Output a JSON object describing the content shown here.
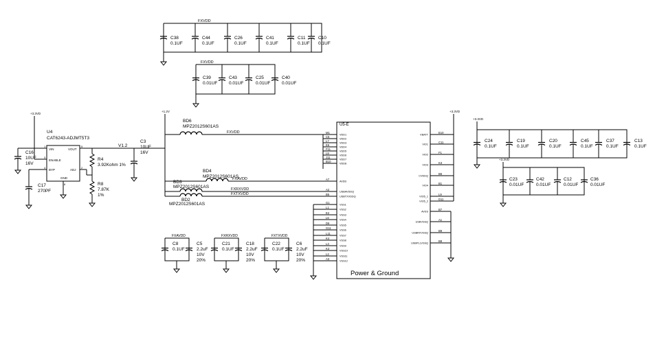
{
  "u4": {
    "ref": "U4",
    "part": "CAT6243-ADJMT5T3",
    "pins": {
      "vin": "VIN",
      "enable": "ENABLE",
      "byp": "BYP",
      "vout": "VOUT",
      "adj": "ADJ",
      "gnd": "GND"
    },
    "pin_numbers": {
      "vin": "1",
      "enable": "3",
      "byp": "4",
      "vout": "5",
      "adj": "2",
      "gnd": "6"
    }
  },
  "power_labels": {
    "v33_left": "+3.3VD",
    "v12": "+1.2V",
    "v33_u5": "+3.3VD",
    "v33_right_top": "+3.3VD",
    "v33_right_bot": "+3.3VD"
  },
  "net_labels": {
    "v1_2": "V1.2",
    "fxvdd_top": "FXVDD",
    "fxvdd_mid": "FXVDD",
    "fxvdd": "FXVDD",
    "fxavdd": "FXAVDD",
    "fxrxvdd": "FXRXVDD",
    "fxtxvdd": "FXTXVDD",
    "fxavdd_b": "FXAVDD",
    "fxrxvdd_b": "FXRXVDD",
    "fxtxvdd_b": "FXTXVDD"
  },
  "ferrites": {
    "bd6": {
      "ref": "BD6",
      "part": "MPZ2012S601AS"
    },
    "bd4": {
      "ref": "BD4",
      "part": "MPZ2012S601AS"
    },
    "bd3": {
      "ref": "BD3",
      "part": "MPZ2012S601AS"
    },
    "bd2": {
      "ref": "BD2",
      "part": "MPZ2012S601AS"
    }
  },
  "resistors": {
    "r4": {
      "ref": "R4",
      "value": "3.92Kohm 1%"
    },
    "r8": {
      "ref": "R8",
      "value": "7.87K",
      "tol": "1%"
    }
  },
  "caps": {
    "c16": {
      "ref": "C16",
      "value": "10UF",
      "voltage": "16V"
    },
    "c17": {
      "ref": "C17",
      "value": "270PF"
    },
    "c3": {
      "ref": "C3",
      "value": "10UF",
      "voltage": "16V"
    },
    "top_row": [
      {
        "ref": "C38",
        "value": "0.1UF"
      },
      {
        "ref": "C44",
        "value": "0.1UF"
      },
      {
        "ref": "C26",
        "value": "0.1UF"
      },
      {
        "ref": "C41",
        "value": "0.1UF"
      },
      {
        "ref": "C11",
        "value": "0.1UF"
      },
      {
        "ref": "C10",
        "value": "0.1UF"
      }
    ],
    "mid_row": [
      {
        "ref": "C39",
        "value": "0.01UF"
      },
      {
        "ref": "C43",
        "value": "0.01UF"
      },
      {
        "ref": "C25",
        "value": "0.01UF"
      },
      {
        "ref": "C40",
        "value": "0.01UF"
      }
    ],
    "bottom_pairs": [
      {
        "net": "FXAVDD",
        "small": {
          "ref": "C8",
          "value": "0.1UF"
        },
        "bulk": {
          "ref": "C5",
          "value": "2.2uF",
          "voltage": "10V",
          "tol": "20%"
        }
      },
      {
        "net": "FXRXVDD",
        "small": {
          "ref": "C21",
          "value": "0.1UF"
        },
        "bulk": {
          "ref": "C18",
          "value": "2.2uF",
          "voltage": "10V",
          "tol": "20%"
        }
      },
      {
        "net": "FXTXVDD",
        "small": {
          "ref": "C22",
          "value": "0.1UF"
        },
        "bulk": {
          "ref": "C6",
          "value": "2.2uF",
          "voltage": "10V",
          "tol": "20%"
        }
      }
    ],
    "right_top": [
      {
        "ref": "C24",
        "value": "0.1UF"
      },
      {
        "ref": "C19",
        "value": "0.1UF"
      },
      {
        "ref": "C20",
        "value": "0.1UF"
      },
      {
        "ref": "C45",
        "value": "0.1UF"
      },
      {
        "ref": "C37",
        "value": "0.1UF"
      },
      {
        "ref": "C13",
        "value": "0.1UF"
      }
    ],
    "right_bottom": [
      {
        "ref": "C23",
        "value": "0.01UF"
      },
      {
        "ref": "C42",
        "value": "0.01UF"
      },
      {
        "ref": "C12",
        "value": "0.01UF"
      },
      {
        "ref": "C36",
        "value": "0.01UF"
      }
    ]
  },
  "u5": {
    "ref": "U5-E",
    "title": "Power & Ground",
    "left_pins": [
      {
        "num": "M1",
        "name": "VDD1"
      },
      {
        "num": "C5",
        "name": "VDD2"
      },
      {
        "num": "L7",
        "name": "VDD3"
      },
      {
        "num": "E6",
        "name": "VDD4"
      },
      {
        "num": "F11",
        "name": "VDD5"
      },
      {
        "num": "L8",
        "name": "VDD6"
      },
      {
        "num": "J11",
        "name": "VDD7"
      },
      {
        "num": "B10",
        "name": "VDD8"
      },
      {
        "num": "A7",
        "name": "AVDD"
      },
      {
        "num": "A2",
        "name": "USBAVDDQ"
      },
      {
        "num": "B5",
        "name": "USBTXVDDQ"
      },
      {
        "num": "G1",
        "name": "VSS1"
      },
      {
        "num": "L1",
        "name": "VSS2"
      },
      {
        "num": "E2",
        "name": "VSS3"
      },
      {
        "num": "L6",
        "name": "VSS4"
      },
      {
        "num": "D6",
        "name": "VSS5"
      },
      {
        "num": "G11",
        "name": "VSS6"
      },
      {
        "num": "L11",
        "name": "VSS7"
      },
      {
        "num": "K4",
        "name": "VSS8"
      },
      {
        "num": "L3",
        "name": "VSS9"
      },
      {
        "num": "K3",
        "name": "VSS10"
      },
      {
        "num": "L2",
        "name": "VSS11"
      },
      {
        "num": "A3",
        "name": "VSS12"
      }
    ],
    "right_pins": [
      {
        "num": "E10",
        "name": "VBATT"
      },
      {
        "num": "C11",
        "name": "VIO1"
      },
      {
        "num": "F1",
        "name": "VIO2"
      },
      {
        "num": "K3",
        "name": "VIO3"
      },
      {
        "num": "B6",
        "name": "CVDDQ"
      },
      {
        "num": "B1",
        "name": "VIO4"
      },
      {
        "num": "L9",
        "name": "VIO5_1"
      },
      {
        "num": "D11",
        "name": "VIO5_2"
      },
      {
        "num": "B7",
        "name": "AVSS"
      },
      {
        "num": "A1",
        "name": "USBVSSQ"
      },
      {
        "num": "B9",
        "name": "USBRXVSSQ"
      },
      {
        "num": "B8",
        "name": "USBPLLVSSQ"
      }
    ]
  }
}
